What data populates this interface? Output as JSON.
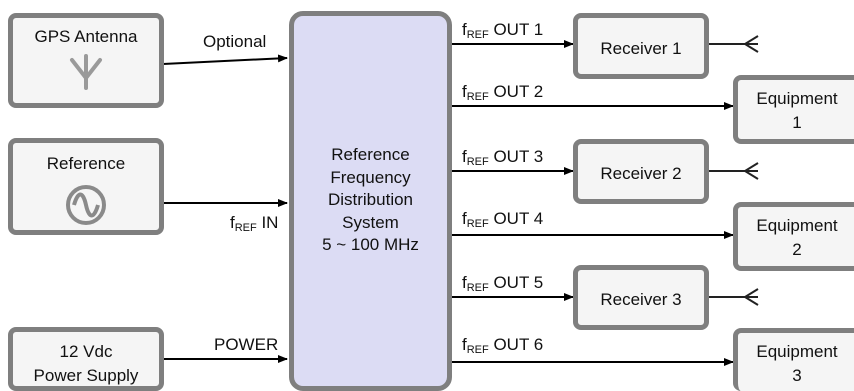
{
  "sources": {
    "gps": {
      "label": "GPS Antenna"
    },
    "reference": {
      "label": "Reference"
    },
    "power": {
      "line1": "12 Vdc",
      "line2": "Power Supply"
    }
  },
  "links": {
    "optional": "Optional",
    "fref_in": {
      "sym": "f",
      "sub": "REF",
      "suffix": " IN"
    },
    "power": "POWER"
  },
  "system": {
    "lines": [
      "Reference",
      "Frequency",
      "Distribution",
      "System",
      "5 ~ 100 MHz"
    ]
  },
  "outputs": [
    {
      "sym": "f",
      "sub": "REF",
      "suffix": " OUT 1"
    },
    {
      "sym": "f",
      "sub": "REF",
      "suffix": " OUT 2"
    },
    {
      "sym": "f",
      "sub": "REF",
      "suffix": " OUT 3"
    },
    {
      "sym": "f",
      "sub": "REF",
      "suffix": " OUT 4"
    },
    {
      "sym": "f",
      "sub": "REF",
      "suffix": " OUT 5"
    },
    {
      "sym": "f",
      "sub": "REF",
      "suffix": " OUT 6"
    }
  ],
  "receivers": [
    {
      "label": "Receiver 1"
    },
    {
      "label": "Receiver 2"
    },
    {
      "label": "Receiver 3"
    }
  ],
  "equipment": [
    {
      "line1": "Equipment",
      "line2": "1"
    },
    {
      "line1": "Equipment",
      "line2": "2"
    },
    {
      "line1": "Equipment",
      "line2": "3"
    }
  ],
  "colors": {
    "border": "#7f7f7f",
    "box_fill": "#f5f5f5",
    "center_fill": "#dcdcf4",
    "line": "#000000"
  },
  "icons": {
    "gps": "antenna-icon",
    "reference": "sine-wave-icon",
    "receiver": "antenna-icon"
  }
}
